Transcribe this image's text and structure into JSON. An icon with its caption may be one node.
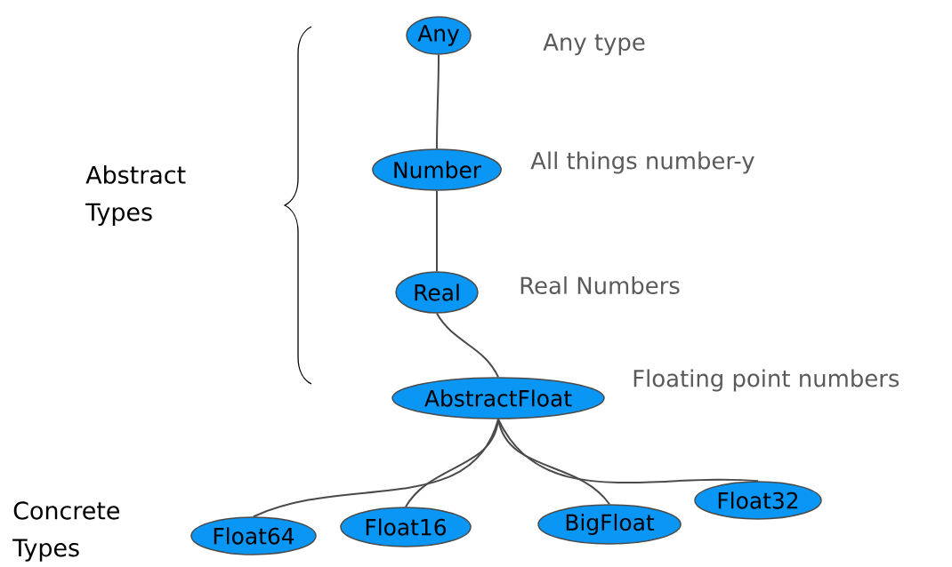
{
  "diagram": {
    "nodes": [
      {
        "text": [
          "Any"
        ],
        "beside": [
          "Any type"
        ]
      },
      {
        "text": [
          "Number"
        ],
        "beside": [
          "All things number-y"
        ]
      },
      {
        "text": [
          "Real"
        ],
        "beside": [
          "Real Numbers"
        ]
      },
      {
        "text": [
          "AbstractFloat"
        ],
        "beside": [
          "Floating point numbers"
        ]
      },
      {
        "text": [
          "Float64"
        ]
      },
      {
        "text": [
          "Float16"
        ]
      },
      {
        "text": [
          "BigFloat"
        ]
      },
      {
        "text": [
          "Float32"
        ]
      }
    ],
    "edges": [
      {
        "from": 0,
        "to": 1,
        "arrow": "none"
      },
      {
        "from": 1,
        "to": 2,
        "arrow": "none"
      },
      {
        "from": 2,
        "to": 3,
        "arrow": "none"
      },
      {
        "from": 3,
        "to": 4,
        "arrow": "none"
      },
      {
        "from": 3,
        "to": 5,
        "arrow": "none"
      },
      {
        "from": 3,
        "to": 6,
        "arrow": "none"
      },
      {
        "from": 3,
        "to": 7,
        "arrow": "none"
      }
    ],
    "labels": [
      "Abstract Types",
      "Concrete Types"
    ]
  }
}
